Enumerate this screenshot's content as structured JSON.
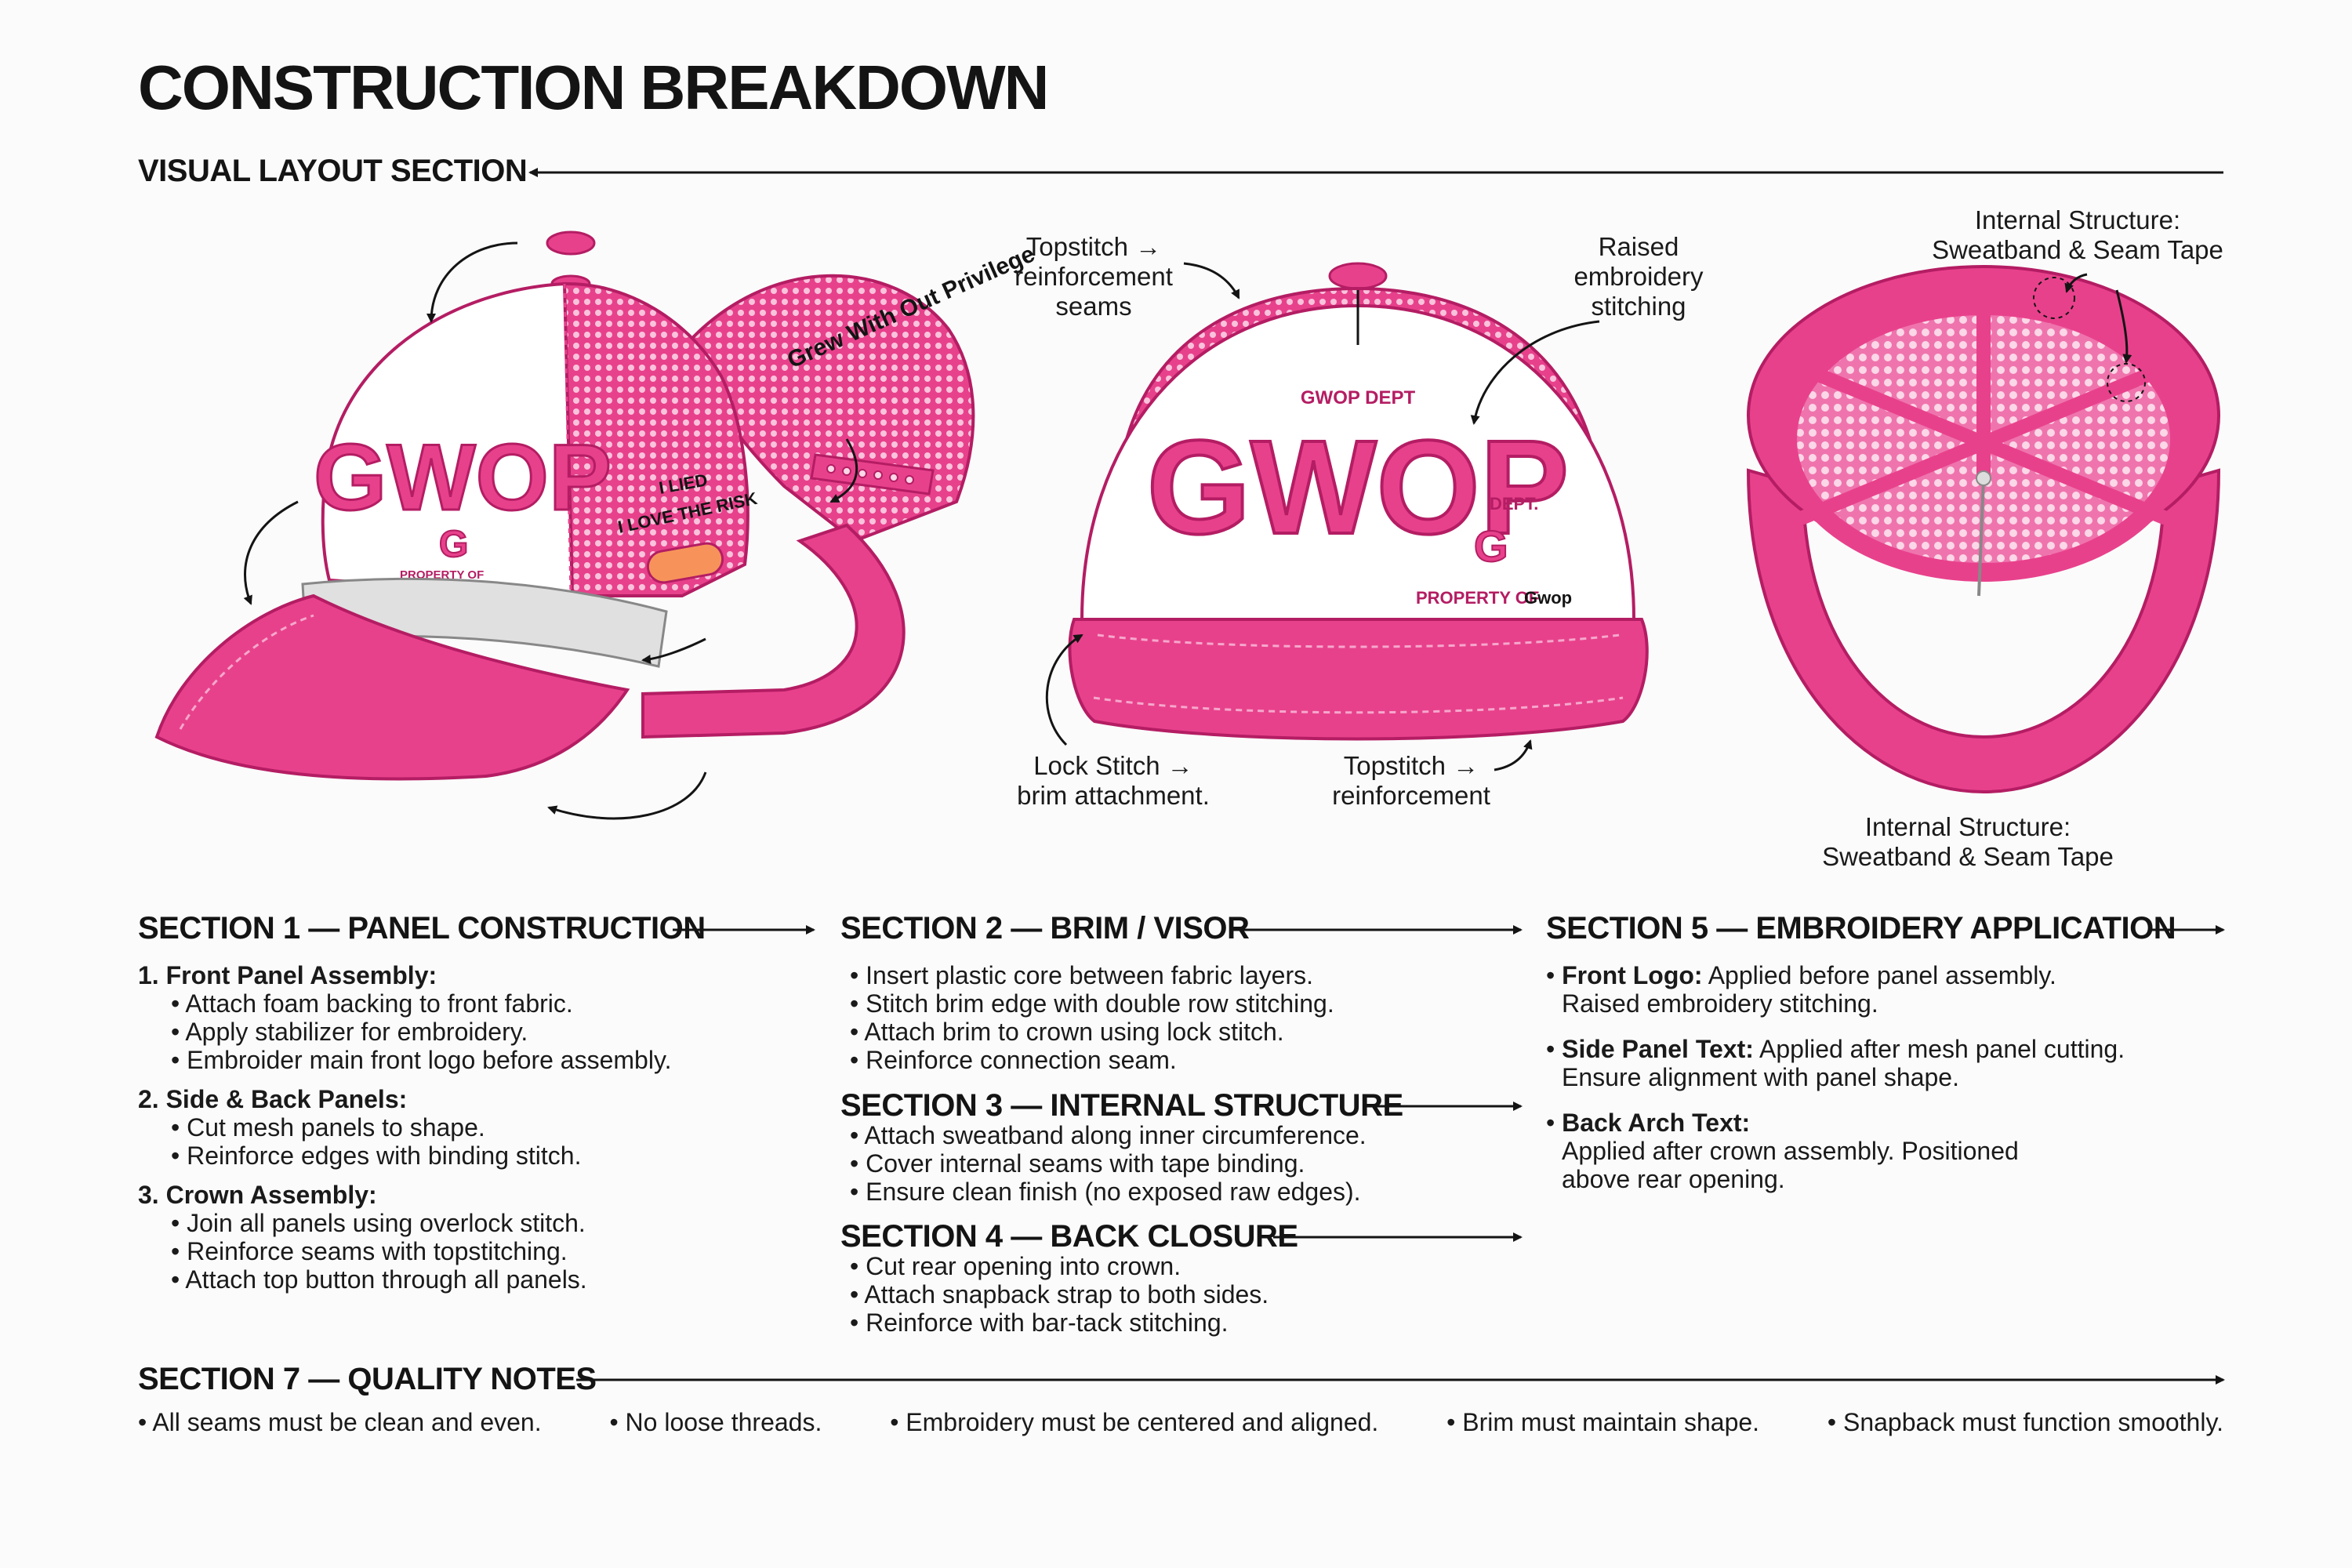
{
  "title": "CONSTRUCTION BREAKDOWN",
  "visual_layout_label": "VISUAL LAYOUT SECTION",
  "colors": {
    "pink": "#e8418c",
    "pink_dark": "#b41d63",
    "pink_light": "#f5a8cc",
    "ink": "#141414",
    "panel": "#ffffff"
  },
  "hat_texts": {
    "logo": "GWOP",
    "dept_arc": "GWOP DEPT",
    "property_of": "PROPERTY OF",
    "brand_mark": "Gwop",
    "side_text_1": "I LIED",
    "side_text_2": "I LOVE THE RISK",
    "back_arch": "Grew With Out Privilege",
    "small_g": "G",
    "dept_side": "DEPT."
  },
  "callouts": {
    "topstitch_seams": [
      "Topstitch →",
      "reinforcement",
      "seams"
    ],
    "raised_embroidery": [
      "Raised",
      "embroidery",
      "stitching"
    ],
    "internal_top": [
      "Internal Structure:",
      "Sweatband & Seam Tape"
    ],
    "lock_stitch": [
      "Lock Stitch →",
      "brim attachment."
    ],
    "topstitch_reinf": [
      "Topstitch →",
      "reinforcement"
    ],
    "internal_bottom": [
      "Internal Structure:",
      "Sweatband & Seam Tape"
    ]
  },
  "sections": {
    "s1": {
      "title": "SECTION 1 — PANEL CONSTRUCTION",
      "groups": [
        {
          "heading": "1. Front Panel Assembly:",
          "items": [
            "Attach foam backing to front fabric.",
            "Apply stabilizer for embroidery.",
            "Embroider main front logo before assembly."
          ]
        },
        {
          "heading": "2. Side & Back Panels:",
          "items": [
            "Cut mesh panels to shape.",
            "Reinforce edges with binding stitch."
          ]
        },
        {
          "heading": "3. Crown Assembly:",
          "items": [
            "Join all panels using overlock stitch.",
            "Reinforce seams with topstitching.",
            "Attach top button through all panels."
          ]
        }
      ]
    },
    "s2": {
      "title": "SECTION 2 — BRIM / VISOR",
      "items": [
        "Insert plastic core between fabric layers.",
        "Stitch brim edge with double row stitching.",
        "Attach brim to crown using lock stitch.",
        "Reinforce connection seam."
      ]
    },
    "s3": {
      "title": "SECTION 3 — INTERNAL STRUCTURE",
      "items": [
        "Attach sweatband along inner circumference.",
        "Cover internal seams with tape binding.",
        "Ensure clean finish (no exposed raw edges)."
      ]
    },
    "s4": {
      "title": "SECTION 4 — BACK CLOSURE",
      "items": [
        "Cut rear opening into crown.",
        "Attach snapback strap to both sides.",
        "Reinforce with bar-tack stitching."
      ]
    },
    "s5": {
      "title": "SECTION 5 — EMBROIDERY APPLICATION",
      "items": [
        {
          "label": "Front Logo:",
          "first": " Applied before panel assembly.",
          "rest": [
            "Raised embroidery stitching."
          ]
        },
        {
          "label": "Side Panel Text:",
          "first": " Applied after mesh panel cutting.",
          "rest": [
            "Ensure alignment with panel shape."
          ]
        },
        {
          "label": "Back Arch Text:",
          "first": "",
          "rest": [
            "Applied after crown assembly. Positioned",
            "above rear opening."
          ]
        }
      ]
    },
    "s7": {
      "title": "SECTION 7 — QUALITY NOTES",
      "items": [
        "All seams must be clean and even.",
        "No loose threads.",
        "Embroidery must be centered and aligned.",
        "Brim must maintain shape.",
        "Snapback must function smoothly."
      ]
    }
  }
}
